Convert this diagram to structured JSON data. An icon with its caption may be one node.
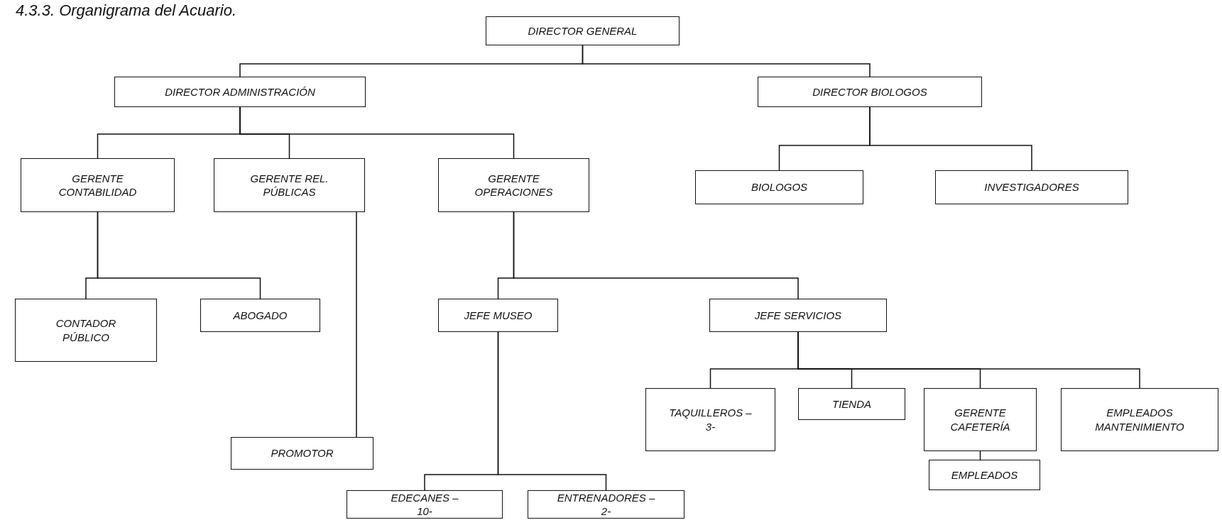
{
  "diagram": {
    "title": "4.3.3. Organigrama del Acuario.",
    "nodes": [
      {
        "text": [
          "DIRECTOR GENERAL"
        ]
      },
      {
        "text": [
          "DIRECTOR ADMINISTRACIÓN"
        ]
      },
      {
        "text": [
          "DIRECTOR BIOLOGOS"
        ]
      },
      {
        "text": [
          "GERENTE CONTABILIDAD"
        ]
      },
      {
        "text": [
          "GERENTE REL. PÚBLICAS"
        ]
      },
      {
        "text": [
          "GERENTE OPERACIONES"
        ]
      },
      {
        "text": [
          "BIOLOGOS"
        ]
      },
      {
        "text": [
          "INVESTIGADORES"
        ]
      },
      {
        "text": [
          "CONTADOR PÚBLICO"
        ]
      },
      {
        "text": [
          "ABOGADO"
        ]
      },
      {
        "text": [
          "JEFE MUSEO"
        ]
      },
      {
        "text": [
          "JEFE SERVICIOS"
        ]
      },
      {
        "text": [
          "PROMOTOR"
        ]
      },
      {
        "text": [
          "TAQUILLEROS –3-"
        ]
      },
      {
        "text": [
          "TIENDA"
        ]
      },
      {
        "text": [
          "GERENTE CAFETERÍA"
        ]
      },
      {
        "text": [
          "EMPLEADOS MANTENIMIENTO"
        ]
      },
      {
        "text": [
          "EDECANES –10-"
        ]
      },
      {
        "text": [
          "ENTRENADORES –2-"
        ]
      },
      {
        "text": [
          "EMPLEADOS"
        ]
      }
    ],
    "edges": [
      {
        "from": 0,
        "to": 1,
        "arrow": "none"
      },
      {
        "from": 0,
        "to": 2,
        "arrow": "none"
      },
      {
        "from": 1,
        "to": 3,
        "arrow": "none"
      },
      {
        "from": 1,
        "to": 4,
        "arrow": "none"
      },
      {
        "from": 1,
        "to": 5,
        "arrow": "none"
      },
      {
        "from": 2,
        "to": 6,
        "arrow": "none"
      },
      {
        "from": 2,
        "to": 7,
        "arrow": "none"
      },
      {
        "from": 3,
        "to": 8,
        "arrow": "none"
      },
      {
        "from": 3,
        "to": 9,
        "arrow": "none"
      },
      {
        "from": 4,
        "to": 12,
        "arrow": "none"
      },
      {
        "from": 5,
        "to": 10,
        "arrow": "none"
      },
      {
        "from": 5,
        "to": 11,
        "arrow": "none"
      },
      {
        "from": 10,
        "to": 17,
        "arrow": "none"
      },
      {
        "from": 10,
        "to": 18,
        "arrow": "none"
      },
      {
        "from": 11,
        "to": 13,
        "arrow": "none"
      },
      {
        "from": 11,
        "to": 14,
        "arrow": "none"
      },
      {
        "from": 11,
        "to": 15,
        "arrow": "none"
      },
      {
        "from": 11,
        "to": 16,
        "arrow": "none"
      },
      {
        "from": 15,
        "to": 19,
        "arrow": "none"
      }
    ]
  }
}
